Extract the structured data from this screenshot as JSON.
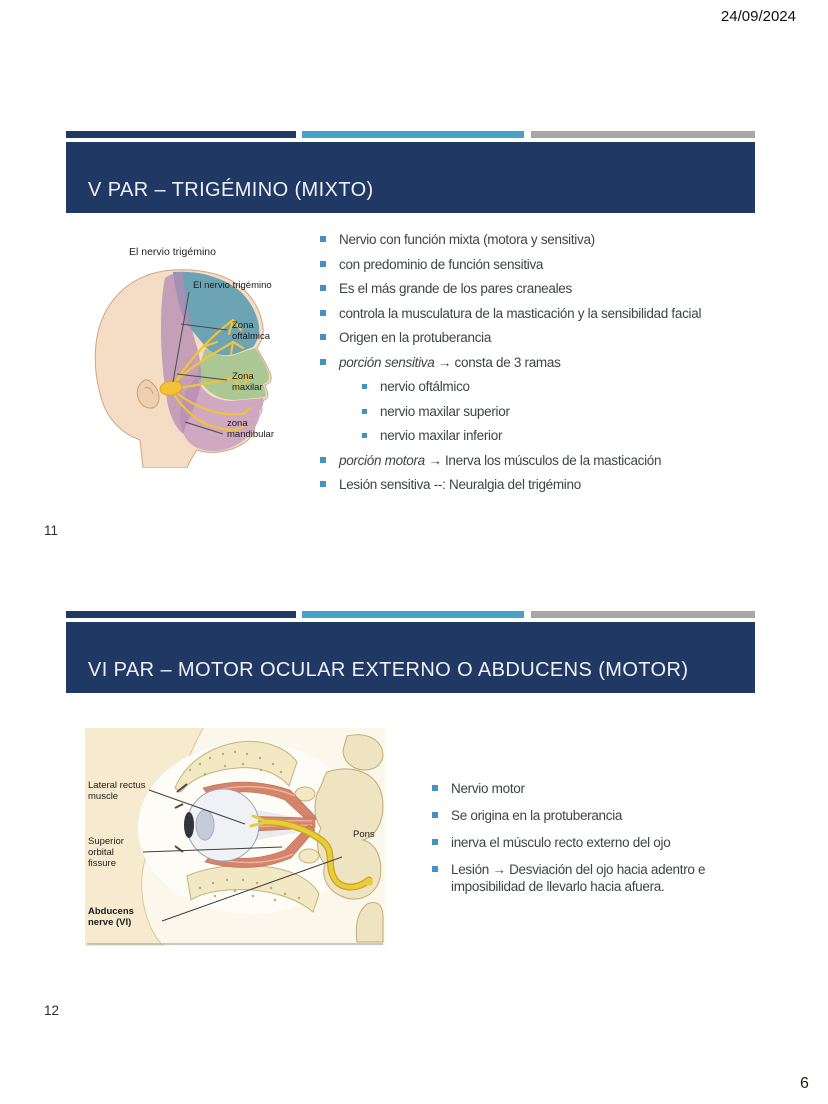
{
  "page": {
    "date": "24/09/2024",
    "page_number": "6"
  },
  "colors": {
    "slide_header_navy": "#1F3864",
    "accent_light_blue": "#45A3CB",
    "accent_gray": "#A8A8A8",
    "bullet_square": "#4492C1",
    "body_text": "#3F4447"
  },
  "slide1": {
    "number": "11",
    "title": "V PAR – TRIGÉMINO (MIXTO)",
    "figure": {
      "caption": "El nervio trigémino",
      "label_nerve": "El nervio trigémino",
      "label_ophthalmic": "Zona oftálmica",
      "label_maxillary": "Zona maxilar",
      "label_mandibular": "zona mandibular"
    },
    "bullets": [
      {
        "text": "Nervio con función mixta (motora y sensitiva)"
      },
      {
        "text": "con predominio de función sensitiva"
      },
      {
        "text": "Es el más grande de los pares craneales"
      },
      {
        "text": "controla la musculatura de la masticación y la sensibilidad facial"
      },
      {
        "text": "Origen en la protuberancia"
      },
      {
        "lead": "porción sensitiva",
        "text": "→ consta de 3 ramas"
      },
      {
        "text": "nervio oftálmico"
      },
      {
        "text": "nervio maxilar superior"
      },
      {
        "text": "nervio maxilar inferior"
      },
      {
        "lead": "porción motora",
        "text": "→ Inerva los músculos de la masticación"
      },
      {
        "text": "Lesión sensitiva --: Neuralgia del trigémino"
      }
    ]
  },
  "slide2": {
    "number": "12",
    "title": "VI PAR – MOTOR OCULAR EXTERNO O ABDUCENS (MOTOR)",
    "figure": {
      "label_lateral_rectus": "Lateral rectus muscle",
      "label_superior_orbital": "Superior orbital fissure",
      "label_abducens": "Abducens nerve (VI)",
      "label_pons": "Pons"
    },
    "bullets": [
      {
        "text": "Nervio motor"
      },
      {
        "text": "Se origina en la protuberancia"
      },
      {
        "text": "inerva el músculo recto externo del ojo"
      },
      {
        "text": "Lesión → Desviación del ojo hacia adentro e imposibilidad de llevarlo hacia afuera."
      }
    ]
  }
}
